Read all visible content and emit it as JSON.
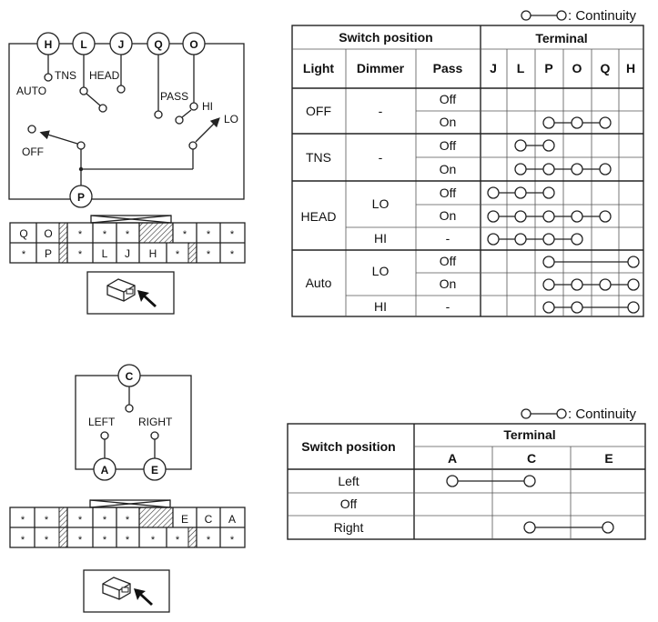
{
  "legend_label": ": Continuity",
  "headlamp_switch": {
    "terminals": [
      "H",
      "L",
      "J",
      "Q",
      "O"
    ],
    "bottom_terminal": "P",
    "switch_labels": {
      "auto": "AUTO",
      "tns": "TNS",
      "head": "HEAD",
      "pass": "PASS",
      "hi": "HI",
      "lo": "LO",
      "off": "OFF"
    },
    "connector_rows": [
      [
        "Q",
        "O",
        "",
        "",
        "",
        "",
        "",
        "",
        "",
        "",
        ""
      ],
      [
        "*",
        "P",
        "*",
        "L",
        "J",
        "H",
        "*",
        "*",
        "*",
        ""
      ]
    ],
    "table": {
      "header_switch_position": "Switch position",
      "header_terminal": "Terminal",
      "col_light": "Light",
      "col_dimmer": "Dimmer",
      "col_pass": "Pass",
      "terminal_cols": [
        "J",
        "L",
        "P",
        "O",
        "Q",
        "H"
      ],
      "rows": [
        {
          "light": "OFF",
          "dimmer": "-",
          "pass": "Off",
          "continuity": []
        },
        {
          "light": "",
          "dimmer": "",
          "pass": "On",
          "continuity": [
            [
              "P",
              "O",
              "Q"
            ]
          ]
        },
        {
          "light": "TNS",
          "dimmer": "-",
          "pass": "Off",
          "continuity": [
            [
              "L",
              "P"
            ]
          ]
        },
        {
          "light": "",
          "dimmer": "",
          "pass": "On",
          "continuity": [
            [
              "L",
              "P",
              "O",
              "Q"
            ]
          ]
        },
        {
          "light": "HEAD",
          "dimmer": "LO",
          "pass": "Off",
          "continuity": [
            [
              "J",
              "L",
              "P"
            ]
          ]
        },
        {
          "light": "",
          "dimmer": "",
          "pass": "On",
          "continuity": [
            [
              "J",
              "L",
              "P",
              "O",
              "Q"
            ]
          ]
        },
        {
          "light": "",
          "dimmer": "HI",
          "pass": "-",
          "continuity": [
            [
              "J",
              "L",
              "P",
              "O"
            ]
          ]
        },
        {
          "light": "Auto",
          "dimmer": "LO",
          "pass": "Off",
          "continuity": [
            [
              "P",
              "H"
            ]
          ]
        },
        {
          "light": "",
          "dimmer": "",
          "pass": "On",
          "continuity": [
            [
              "P",
              "O",
              "Q",
              "H"
            ]
          ]
        },
        {
          "light": "",
          "dimmer": "HI",
          "pass": "-",
          "continuity": [
            [
              "P",
              "O",
              "H"
            ]
          ]
        }
      ]
    }
  },
  "turn_switch": {
    "terminal_top": "C",
    "terminal_left": "A",
    "terminal_right": "E",
    "label_left": "LEFT",
    "label_right": "RIGHT",
    "connector_rows": [
      [
        "*",
        "*",
        "*",
        "*",
        "*",
        "",
        "E",
        "C",
        "A"
      ],
      [
        "*",
        "*",
        "*",
        "*",
        "*",
        "*",
        "*",
        "*",
        "*"
      ]
    ],
    "table": {
      "header_switch_position": "Switch position",
      "header_terminal": "Terminal",
      "terminal_cols": [
        "A",
        "C",
        "E"
      ],
      "rows": [
        {
          "position": "Left",
          "continuity": [
            [
              "A",
              "C"
            ]
          ]
        },
        {
          "position": "Off",
          "continuity": []
        },
        {
          "position": "Right",
          "continuity": [
            [
              "C",
              "E"
            ]
          ]
        }
      ]
    }
  }
}
